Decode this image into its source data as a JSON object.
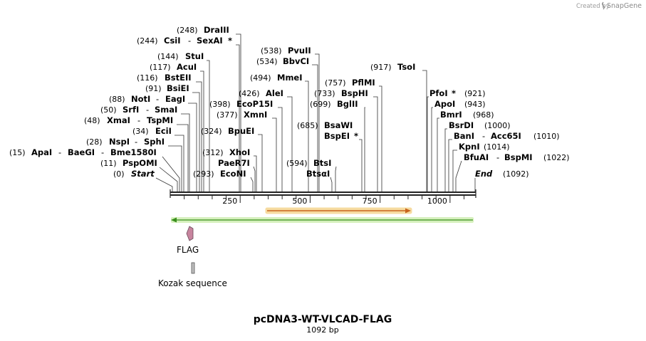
{
  "credit": {
    "prefix": "Created by",
    "brand": "SnapGene"
  },
  "map": {
    "name": "pcDNA3-WT-VLCAD-FLAG",
    "length_label": "1092 bp",
    "start_label": "Start",
    "start_pos": "(0)",
    "end_label": "End",
    "end_pos": "(1092)",
    "length": 1092,
    "ticks": [
      "250",
      "500",
      "750",
      "1000"
    ],
    "sites": [
      {
        "pos": "(248)",
        "names": [
          "DraIII"
        ],
        "star": false
      },
      {
        "pos": "(244)",
        "names": [
          "CsiI",
          "SexAI"
        ],
        "star": true
      },
      {
        "pos": "(144)",
        "names": [
          "StuI"
        ],
        "star": false
      },
      {
        "pos": "(117)",
        "names": [
          "AcuI"
        ],
        "star": false
      },
      {
        "pos": "(116)",
        "names": [
          "BstEII"
        ],
        "star": false
      },
      {
        "pos": "(91)",
        "names": [
          "BsiEI"
        ],
        "star": false
      },
      {
        "pos": "(88)",
        "names": [
          "NotI",
          "EagI"
        ],
        "star": false
      },
      {
        "pos": "(50)",
        "names": [
          "SrfI",
          "SmaI"
        ],
        "star": false
      },
      {
        "pos": "(48)",
        "names": [
          "XmaI",
          "TspMI"
        ],
        "star": false
      },
      {
        "pos": "(34)",
        "names": [
          "EciI"
        ],
        "star": false
      },
      {
        "pos": "(28)",
        "names": [
          "NspI",
          "SphI"
        ],
        "star": false
      },
      {
        "pos": "(15)",
        "names": [
          "ApaI",
          "BaeGI",
          "Bme1580I"
        ],
        "star": false
      },
      {
        "pos": "(11)",
        "names": [
          "PspOMI"
        ],
        "star": false
      },
      {
        "pos": "(538)",
        "names": [
          "PvuII"
        ],
        "star": false
      },
      {
        "pos": "(534)",
        "names": [
          "BbvCI"
        ],
        "star": false
      },
      {
        "pos": "(494)",
        "names": [
          "MmeI"
        ],
        "star": false
      },
      {
        "pos": "(426)",
        "names": [
          "AleI"
        ],
        "star": false
      },
      {
        "pos": "(398)",
        "names": [
          "EcoP15I"
        ],
        "star": false
      },
      {
        "pos": "(377)",
        "names": [
          "XmnI"
        ],
        "star": false
      },
      {
        "pos": "(324)",
        "names": [
          "BpuEI"
        ],
        "star": false
      },
      {
        "pos": "(312)",
        "names": [
          "XhoI"
        ],
        "star": false
      },
      {
        "pos": "",
        "names": [
          "PaeR7I"
        ],
        "star": false
      },
      {
        "pos": "(293)",
        "names": [
          "EcoNI"
        ],
        "star": false
      },
      {
        "pos": "(757)",
        "names": [
          "PflMI"
        ],
        "star": false
      },
      {
        "pos": "(733)",
        "names": [
          "BspHI"
        ],
        "star": false
      },
      {
        "pos": "(699)",
        "names": [
          "BglII"
        ],
        "star": false
      },
      {
        "pos": "(685)",
        "names": [
          "BsaWI"
        ],
        "star": false
      },
      {
        "pos": "",
        "names": [
          "BspEI"
        ],
        "star": true
      },
      {
        "pos": "(594)",
        "names": [
          "BtsI"
        ],
        "star": false
      },
      {
        "pos": "",
        "names": [
          "BtsαI"
        ],
        "star": false
      },
      {
        "pos": "(917)",
        "names": [
          "TsoI"
        ],
        "star": false
      },
      {
        "pos": "(921)",
        "names": [
          "PfoI"
        ],
        "star": true
      },
      {
        "pos": "(943)",
        "names": [
          "ApoI"
        ],
        "star": false
      },
      {
        "pos": "(968)",
        "names": [
          "BmrI"
        ],
        "star": false
      },
      {
        "pos": "(1000)",
        "names": [
          "BsrDI"
        ],
        "star": false
      },
      {
        "pos": "(1010)",
        "names": [
          "BanI",
          "Acc65I"
        ],
        "star": false
      },
      {
        "pos": "(1014)",
        "names": [
          "KpnI"
        ],
        "star": false
      },
      {
        "pos": "(1022)",
        "names": [
          "BfuAI",
          "BspMI"
        ],
        "star": false
      }
    ],
    "features": [
      {
        "label": "FLAG"
      },
      {
        "label": "Kozak sequence"
      }
    ],
    "colors": {
      "backbone": "#222222",
      "orf_fill": "#f3c05a",
      "orf_stroke": "#c8641e",
      "green_line": "#7bd043",
      "flag_fill": "#c7849e",
      "kozak_fill": "#bdbdbd"
    }
  }
}
